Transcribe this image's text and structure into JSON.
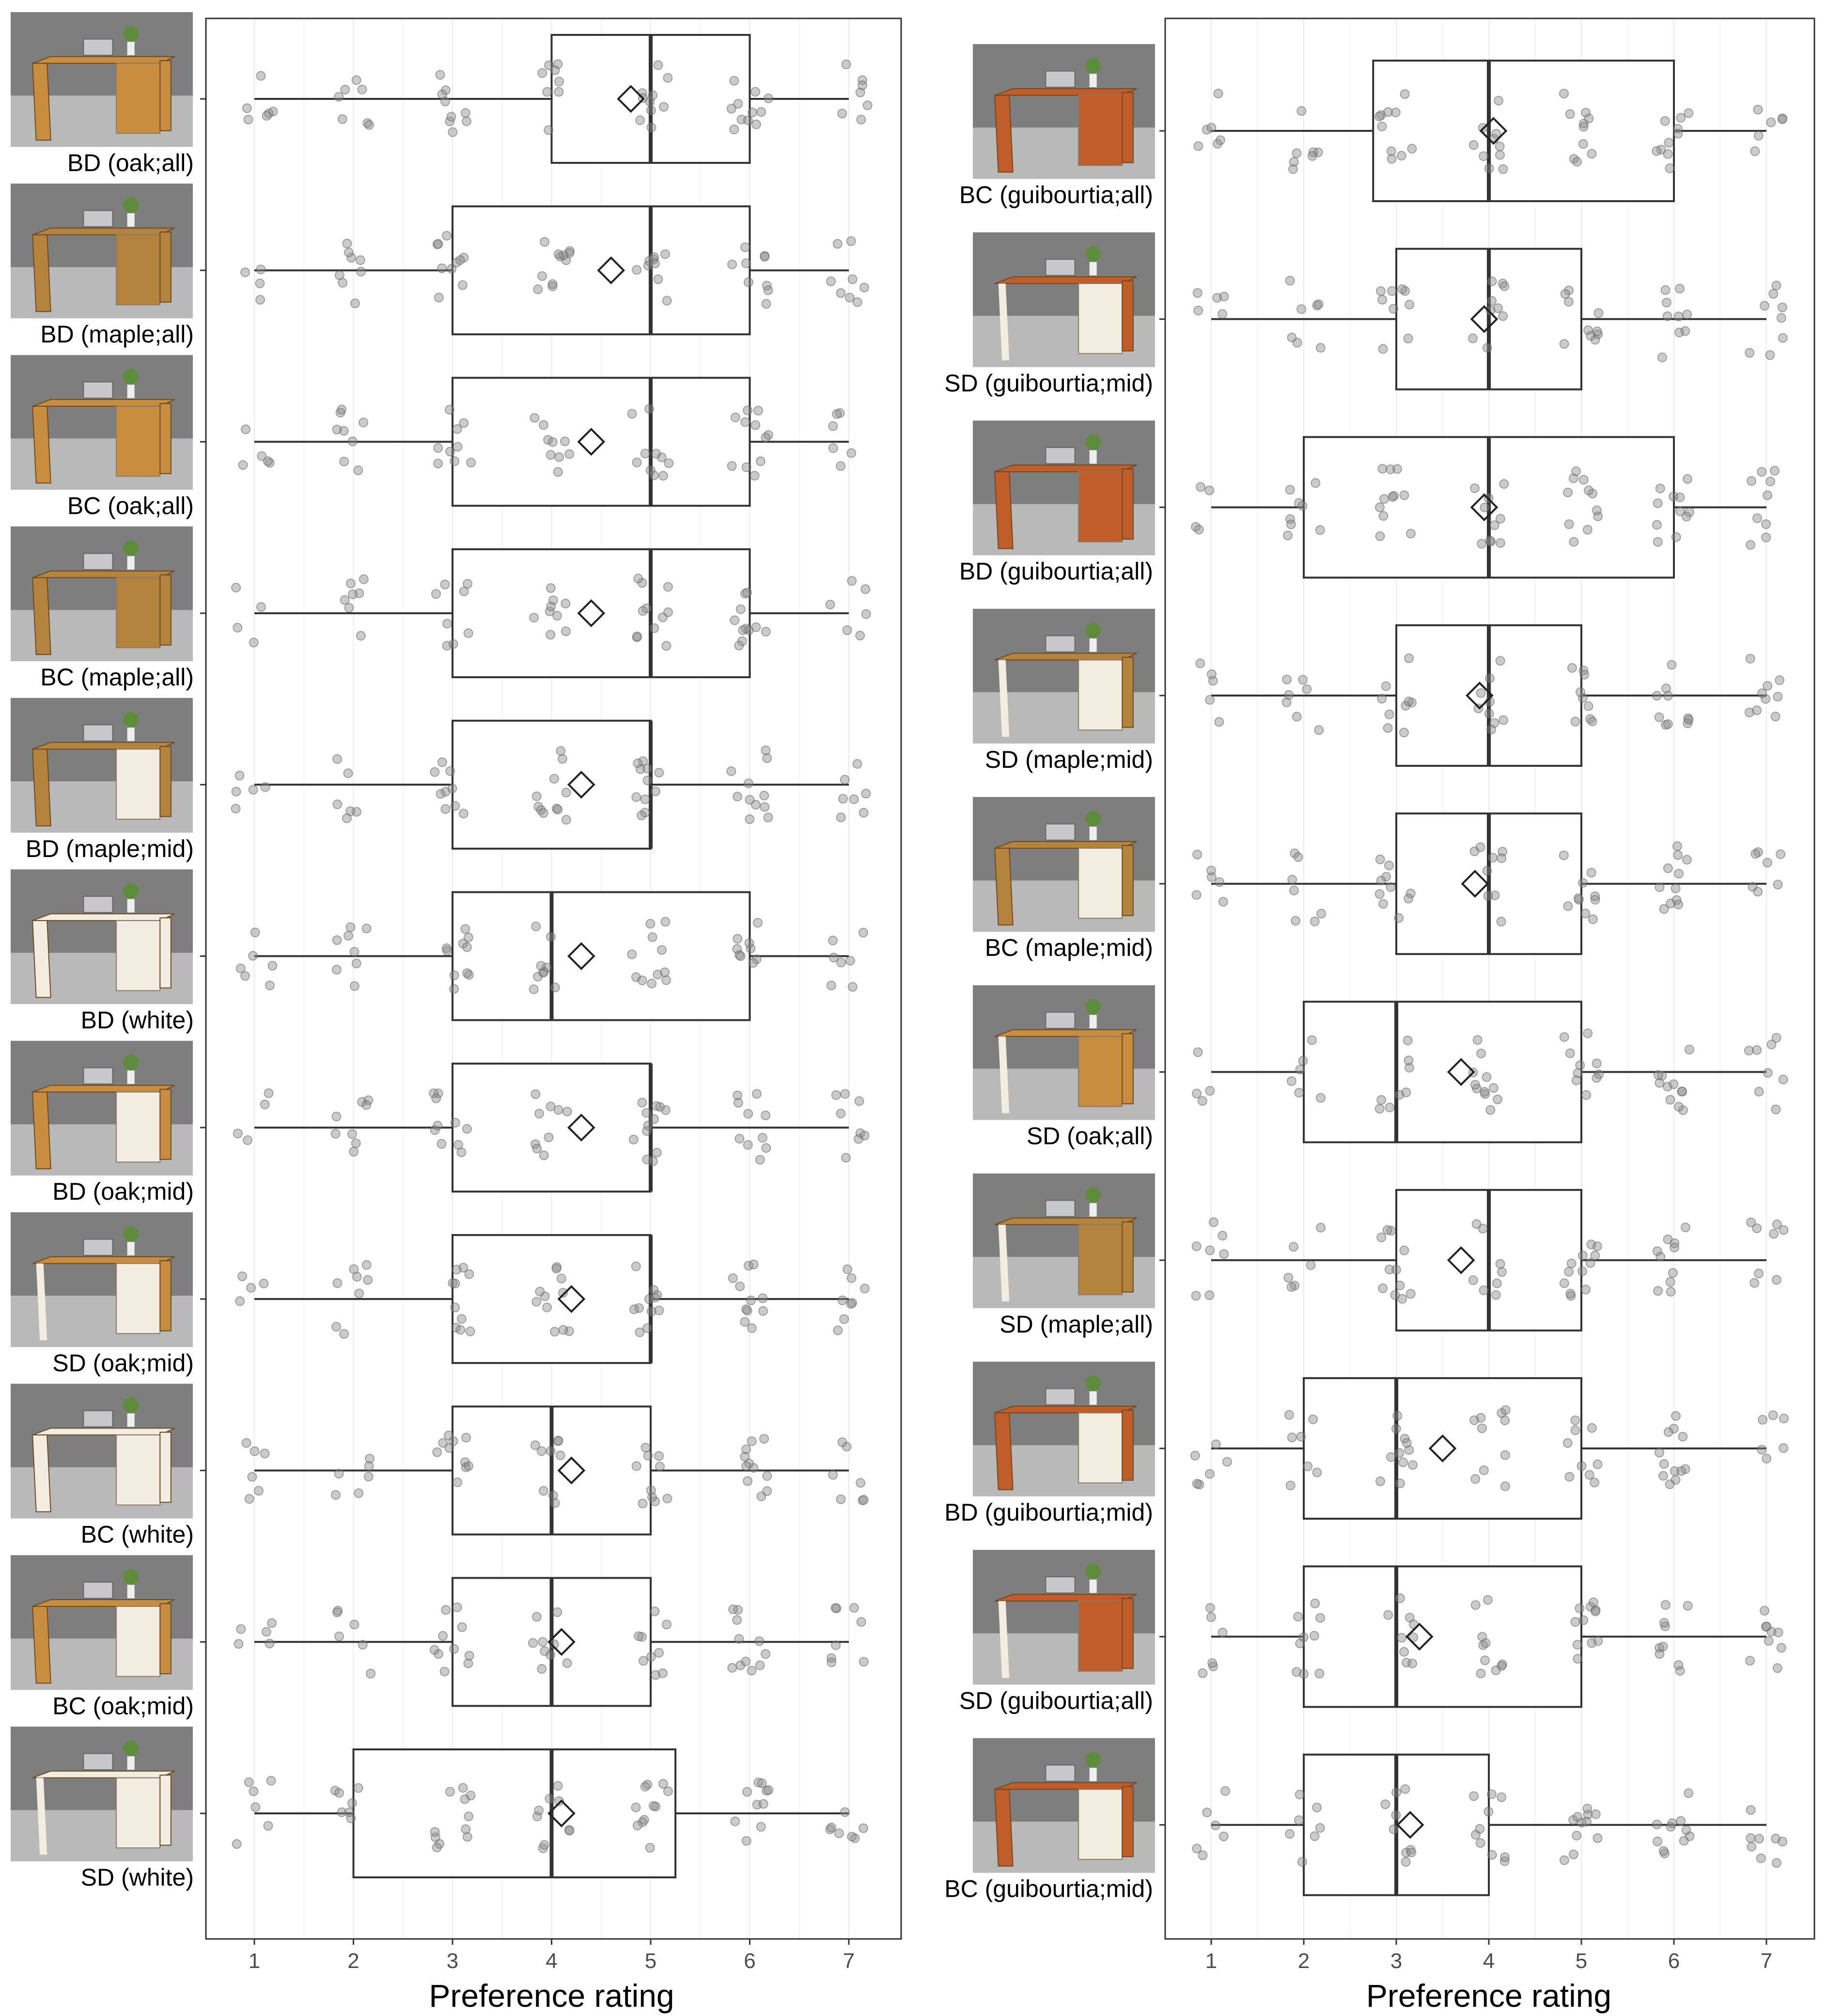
{
  "colors": {
    "floor": "#b9b9b9",
    "wall": "#7e7e7e",
    "oak": "#c98d3f",
    "maple": "#b4843e",
    "guibourtia": "#c05d2a",
    "white": "#f2ece1",
    "laptop": "#c8c8cc",
    "plant": "#5d8d3a",
    "point": "#8c8c8c",
    "box_stroke": "#333333"
  },
  "chart_data": [
    {
      "type": "box",
      "xlabel": "Preference rating",
      "x_ticks": [
        1,
        2,
        3,
        4,
        5,
        6,
        7
      ],
      "xlim": [
        0.5,
        7.5
      ],
      "grid": "vertical major and minor",
      "series": [
        {
          "name": "BD (oak;all)",
          "desk": "BD",
          "finish": "oak",
          "drawers": "all",
          "q1": 4,
          "median": 5,
          "q3": 6,
          "whisker_low": 1,
          "whisker_high": 7,
          "mean": 4.8
        },
        {
          "name": "BD (maple;all)",
          "desk": "BD",
          "finish": "maple",
          "drawers": "all",
          "q1": 3,
          "median": 5,
          "q3": 6,
          "whisker_low": 1,
          "whisker_high": 7,
          "mean": 4.6
        },
        {
          "name": "BC (oak;all)",
          "desk": "BC",
          "finish": "oak",
          "drawers": "all",
          "q1": 3,
          "median": 5,
          "q3": 6,
          "whisker_low": 1,
          "whisker_high": 7,
          "mean": 4.4
        },
        {
          "name": "BC (maple;all)",
          "desk": "BC",
          "finish": "maple",
          "drawers": "all",
          "q1": 3,
          "median": 5,
          "q3": 6,
          "whisker_low": 1,
          "whisker_high": 7,
          "mean": 4.4
        },
        {
          "name": "BD (maple;mid)",
          "desk": "BD",
          "finish": "maple",
          "drawers": "mid",
          "q1": 3,
          "median": 5,
          "q3": 5,
          "whisker_low": 1,
          "whisker_high": 7,
          "mean": 4.3
        },
        {
          "name": "BD (white)",
          "desk": "BD",
          "finish": "white",
          "drawers": "white",
          "q1": 3,
          "median": 4,
          "q3": 6,
          "whisker_low": 1,
          "whisker_high": 7,
          "mean": 4.3
        },
        {
          "name": "BD (oak;mid)",
          "desk": "BD",
          "finish": "oak",
          "drawers": "mid",
          "q1": 3,
          "median": 5,
          "q3": 5,
          "whisker_low": 1,
          "whisker_high": 7,
          "mean": 4.3
        },
        {
          "name": "SD (oak;mid)",
          "desk": "SD",
          "finish": "oak",
          "drawers": "mid",
          "q1": 3,
          "median": 5,
          "q3": 5,
          "whisker_low": 1,
          "whisker_high": 7,
          "mean": 4.2
        },
        {
          "name": "BC (white)",
          "desk": "BC",
          "finish": "white",
          "drawers": "white",
          "q1": 3,
          "median": 4,
          "q3": 5,
          "whisker_low": 1,
          "whisker_high": 7,
          "mean": 4.2
        },
        {
          "name": "BC (oak;mid)",
          "desk": "BC",
          "finish": "oak",
          "drawers": "mid",
          "q1": 3,
          "median": 4,
          "q3": 5,
          "whisker_low": 1,
          "whisker_high": 7,
          "mean": 4.1
        },
        {
          "name": "SD (white)",
          "desk": "SD",
          "finish": "white",
          "drawers": "white",
          "q1": 2,
          "median": 4,
          "q3": 5.25,
          "whisker_low": 1,
          "whisker_high": 7,
          "mean": 4.1
        }
      ]
    },
    {
      "type": "box",
      "xlabel": "Preference rating",
      "x_ticks": [
        1,
        2,
        3,
        4,
        5,
        6,
        7
      ],
      "xlim": [
        0.5,
        7.5
      ],
      "grid": "vertical major and minor",
      "series": [
        {
          "name": "BC (guibourtia;all)",
          "desk": "BC",
          "finish": "guibourtia",
          "drawers": "all",
          "q1": 2.75,
          "median": 4,
          "q3": 6,
          "whisker_low": 1,
          "whisker_high": 7,
          "mean": 4.05
        },
        {
          "name": "SD (guibourtia;mid)",
          "desk": "SD",
          "finish": "guibourtia",
          "drawers": "mid",
          "q1": 3,
          "median": 4,
          "q3": 5,
          "whisker_low": 1,
          "whisker_high": 7,
          "mean": 3.95
        },
        {
          "name": "BD (guibourtia;all)",
          "desk": "BD",
          "finish": "guibourtia",
          "drawers": "all",
          "q1": 2,
          "median": 4,
          "q3": 6,
          "whisker_low": 1,
          "whisker_high": 7,
          "mean": 3.95
        },
        {
          "name": "SD (maple;mid)",
          "desk": "SD",
          "finish": "maple",
          "drawers": "mid",
          "q1": 3,
          "median": 4,
          "q3": 5,
          "whisker_low": 1,
          "whisker_high": 7,
          "mean": 3.9
        },
        {
          "name": "BC (maple;mid)",
          "desk": "BC",
          "finish": "maple",
          "drawers": "mid",
          "q1": 3,
          "median": 4,
          "q3": 5,
          "whisker_low": 1,
          "whisker_high": 7,
          "mean": 3.85
        },
        {
          "name": "SD (oak;all)",
          "desk": "SD",
          "finish": "oak",
          "drawers": "all",
          "q1": 2,
          "median": 3,
          "q3": 5,
          "whisker_low": 1,
          "whisker_high": 7,
          "mean": 3.7
        },
        {
          "name": "SD (maple;all)",
          "desk": "SD",
          "finish": "maple",
          "drawers": "all",
          "q1": 3,
          "median": 4,
          "q3": 5,
          "whisker_low": 1,
          "whisker_high": 7,
          "mean": 3.7
        },
        {
          "name": "BD (guibourtia;mid)",
          "desk": "BD",
          "finish": "guibourtia",
          "drawers": "mid",
          "q1": 2,
          "median": 3,
          "q3": 5,
          "whisker_low": 1,
          "whisker_high": 7,
          "mean": 3.5
        },
        {
          "name": "SD (guibourtia;all)",
          "desk": "SD",
          "finish": "guibourtia",
          "drawers": "all",
          "q1": 2,
          "median": 3,
          "q3": 5,
          "whisker_low": 1,
          "whisker_high": 7,
          "mean": 3.25
        },
        {
          "name": "BC (guibourtia;mid)",
          "desk": "BC",
          "finish": "guibourtia",
          "drawers": "mid",
          "q1": 2,
          "median": 3,
          "q3": 4,
          "whisker_low": 1,
          "whisker_high": 7,
          "mean": 3.15
        }
      ]
    }
  ]
}
